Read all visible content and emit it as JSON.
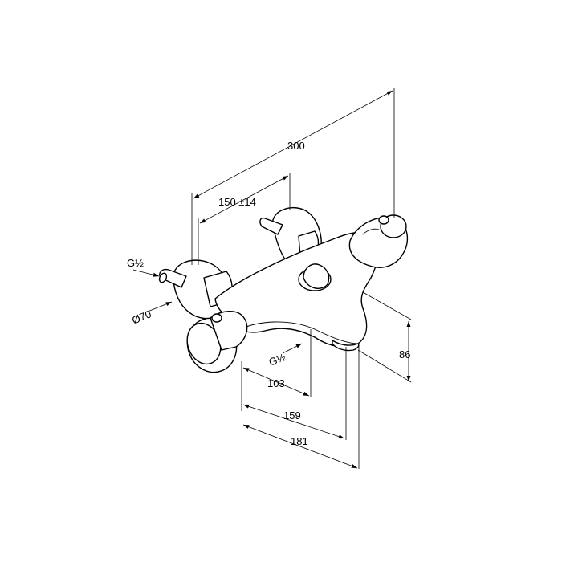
{
  "dimensions": {
    "overall_length": "300",
    "center_distance": "150 ±14",
    "inlet_thread": "G½",
    "escutcheon_diameter": "Ø70",
    "outlet_thread": "G½",
    "projection_103": "103",
    "projection_159": "159",
    "projection_181": "181",
    "height": "86"
  }
}
